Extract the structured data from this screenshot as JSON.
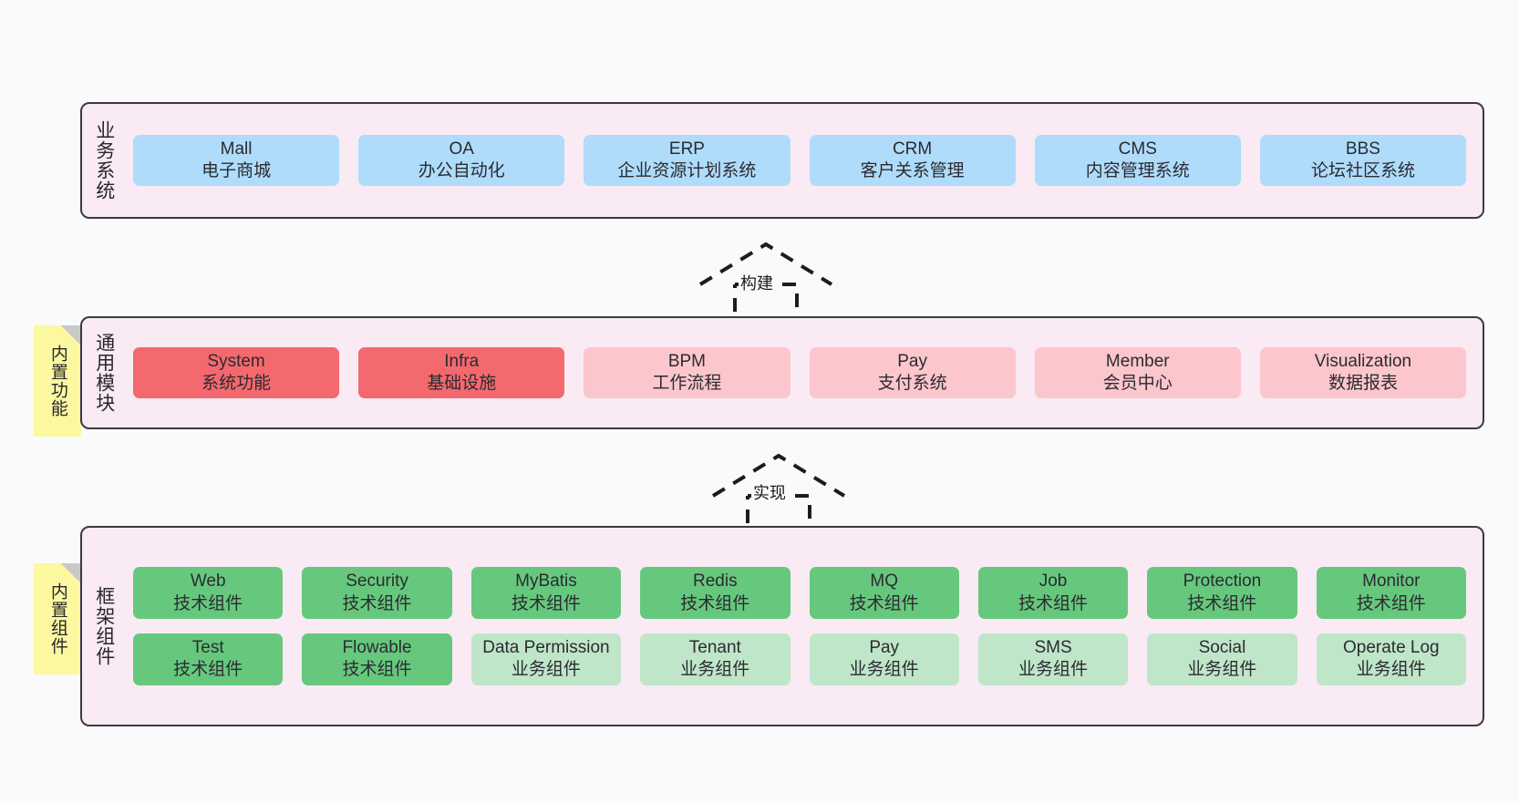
{
  "diagram": {
    "background_color": "#fafafa",
    "layer_bg_color": "#f9eaf4",
    "layer_border_color": "#3a3a44",
    "note_color": "#fcf8a0",
    "colors": {
      "blue": "#afdcfb",
      "red": "#f4696e",
      "pink": "#fcc6cd",
      "green": "#66c87d",
      "light_green": "#bfe6c9"
    }
  },
  "layers": [
    {
      "id": "business-system",
      "title": "业务系统",
      "note": null,
      "rows": [
        {
          "cells": [
            {
              "name": "Mall",
              "sub": "电子商城",
              "color": "blue"
            },
            {
              "name": "OA",
              "sub": "办公自动化",
              "color": "blue"
            },
            {
              "name": "ERP",
              "sub": "企业资源计划系统",
              "color": "blue"
            },
            {
              "name": "CRM",
              "sub": "客户关系管理",
              "color": "blue"
            },
            {
              "name": "CMS",
              "sub": "内容管理系统",
              "color": "blue"
            },
            {
              "name": "BBS",
              "sub": "论坛社区系统",
              "color": "blue"
            }
          ]
        }
      ]
    },
    {
      "id": "common-module",
      "title": "通用模块",
      "note": "内置功能",
      "rows": [
        {
          "cells": [
            {
              "name": "System",
              "sub": "系统功能",
              "color": "red"
            },
            {
              "name": "Infra",
              "sub": "基础设施",
              "color": "red"
            },
            {
              "name": "BPM",
              "sub": "工作流程",
              "color": "pink"
            },
            {
              "name": "Pay",
              "sub": "支付系统",
              "color": "pink"
            },
            {
              "name": "Member",
              "sub": "会员中心",
              "color": "pink"
            },
            {
              "name": "Visualization",
              "sub": "数据报表",
              "color": "pink"
            }
          ]
        }
      ]
    },
    {
      "id": "framework-component",
      "title": "框架组件",
      "note": "内置组件",
      "rows": [
        {
          "cells": [
            {
              "name": "Web",
              "sub": "技术组件",
              "color": "green"
            },
            {
              "name": "Security",
              "sub": "技术组件",
              "color": "green"
            },
            {
              "name": "MyBatis",
              "sub": "技术组件",
              "color": "green"
            },
            {
              "name": "Redis",
              "sub": "技术组件",
              "color": "green"
            },
            {
              "name": "MQ",
              "sub": "技术组件",
              "color": "green"
            },
            {
              "name": "Job",
              "sub": "技术组件",
              "color": "green"
            },
            {
              "name": "Protection",
              "sub": "技术组件",
              "color": "green"
            },
            {
              "name": "Monitor",
              "sub": "技术组件",
              "color": "green"
            }
          ]
        },
        {
          "cells": [
            {
              "name": "Test",
              "sub": "技术组件",
              "color": "green"
            },
            {
              "name": "Flowable",
              "sub": "技术组件",
              "color": "green"
            },
            {
              "name": "Data Permission",
              "sub": "业务组件",
              "color": "light_green"
            },
            {
              "name": "Tenant",
              "sub": "业务组件",
              "color": "light_green"
            },
            {
              "name": "Pay",
              "sub": "业务组件",
              "color": "light_green"
            },
            {
              "name": "SMS",
              "sub": "业务组件",
              "color": "light_green"
            },
            {
              "name": "Social",
              "sub": "业务组件",
              "color": "light_green"
            },
            {
              "name": "Operate Log",
              "sub": "业务组件",
              "color": "light_green"
            }
          ]
        }
      ]
    }
  ],
  "connectors": [
    {
      "id": "build",
      "label": "构建",
      "from": "common-module",
      "to": "business-system"
    },
    {
      "id": "implement",
      "label": "实现",
      "from": "framework-component",
      "to": "common-module"
    }
  ]
}
